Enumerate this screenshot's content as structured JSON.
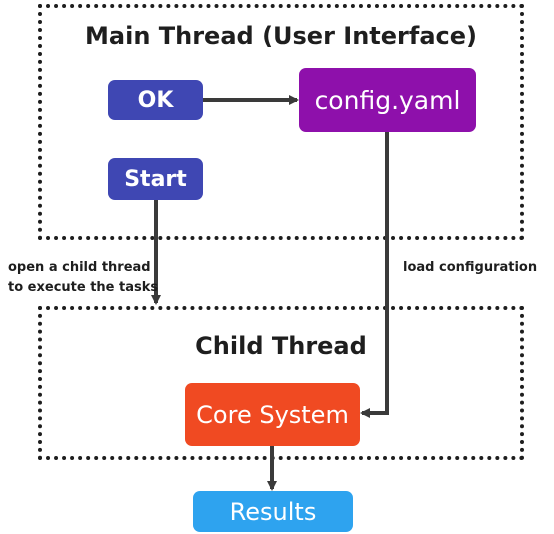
{
  "main_thread": {
    "title": "Main Thread (User Interface)",
    "ok_label": "OK",
    "start_label": "Start",
    "config_label": "config.yaml"
  },
  "child_thread": {
    "title": "Child Thread",
    "core_label": "Core System"
  },
  "results_label": "Results",
  "edge_labels": {
    "open_child_line1": "open a child thread",
    "open_child_line2": "to execute the tasks",
    "load_config": "load configuration"
  },
  "colors": {
    "button_blue": "#3f47b3",
    "config_purple": "#8e10ab",
    "core_orange": "#f04a22",
    "results_blue": "#2ea3ef",
    "line": "#3a3a3a"
  }
}
